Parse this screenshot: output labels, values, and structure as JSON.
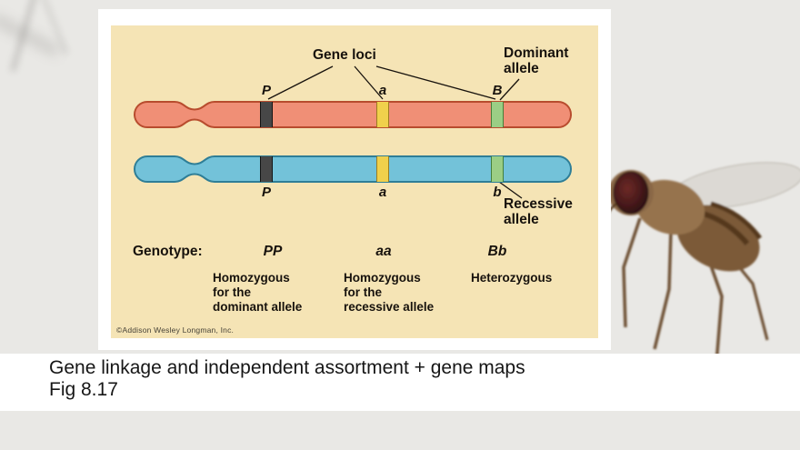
{
  "slide": {
    "caption_line1": "Gene linkage and independent assortment + gene maps",
    "caption_line2": "Fig 8.17"
  },
  "figure": {
    "labels": {
      "gene_loci": "Gene loci",
      "dominant_allele_line1": "Dominant",
      "dominant_allele_line2": "allele",
      "recessive_allele_line1": "Recessive",
      "recessive_allele_line2": "allele",
      "genotype_label": "Genotype:"
    },
    "top_chromosome_loci": {
      "p": "P",
      "a": "a",
      "b": "B"
    },
    "bottom_chromosome_loci": {
      "p": "P",
      "a": "a",
      "b": "b"
    },
    "genotypes": [
      {
        "value": "PP",
        "desc1": "Homozygous",
        "desc2": "for the",
        "desc3": "dominant allele"
      },
      {
        "value": "aa",
        "desc1": "Homozygous",
        "desc2": "for the",
        "desc3": "recessive allele"
      },
      {
        "value": "Bb",
        "desc1": "Heterozygous"
      }
    ],
    "credit": "©Addison Wesley Longman, Inc.",
    "colors": {
      "top_chromosome_fill": "#f08f76",
      "bottom_chromosome_fill": "#73c2d9",
      "band_dark": "#474747",
      "band_yellow": "#f0d04c",
      "band_green": "#9bce85",
      "diagram_bg": "#f5e4b5"
    }
  }
}
